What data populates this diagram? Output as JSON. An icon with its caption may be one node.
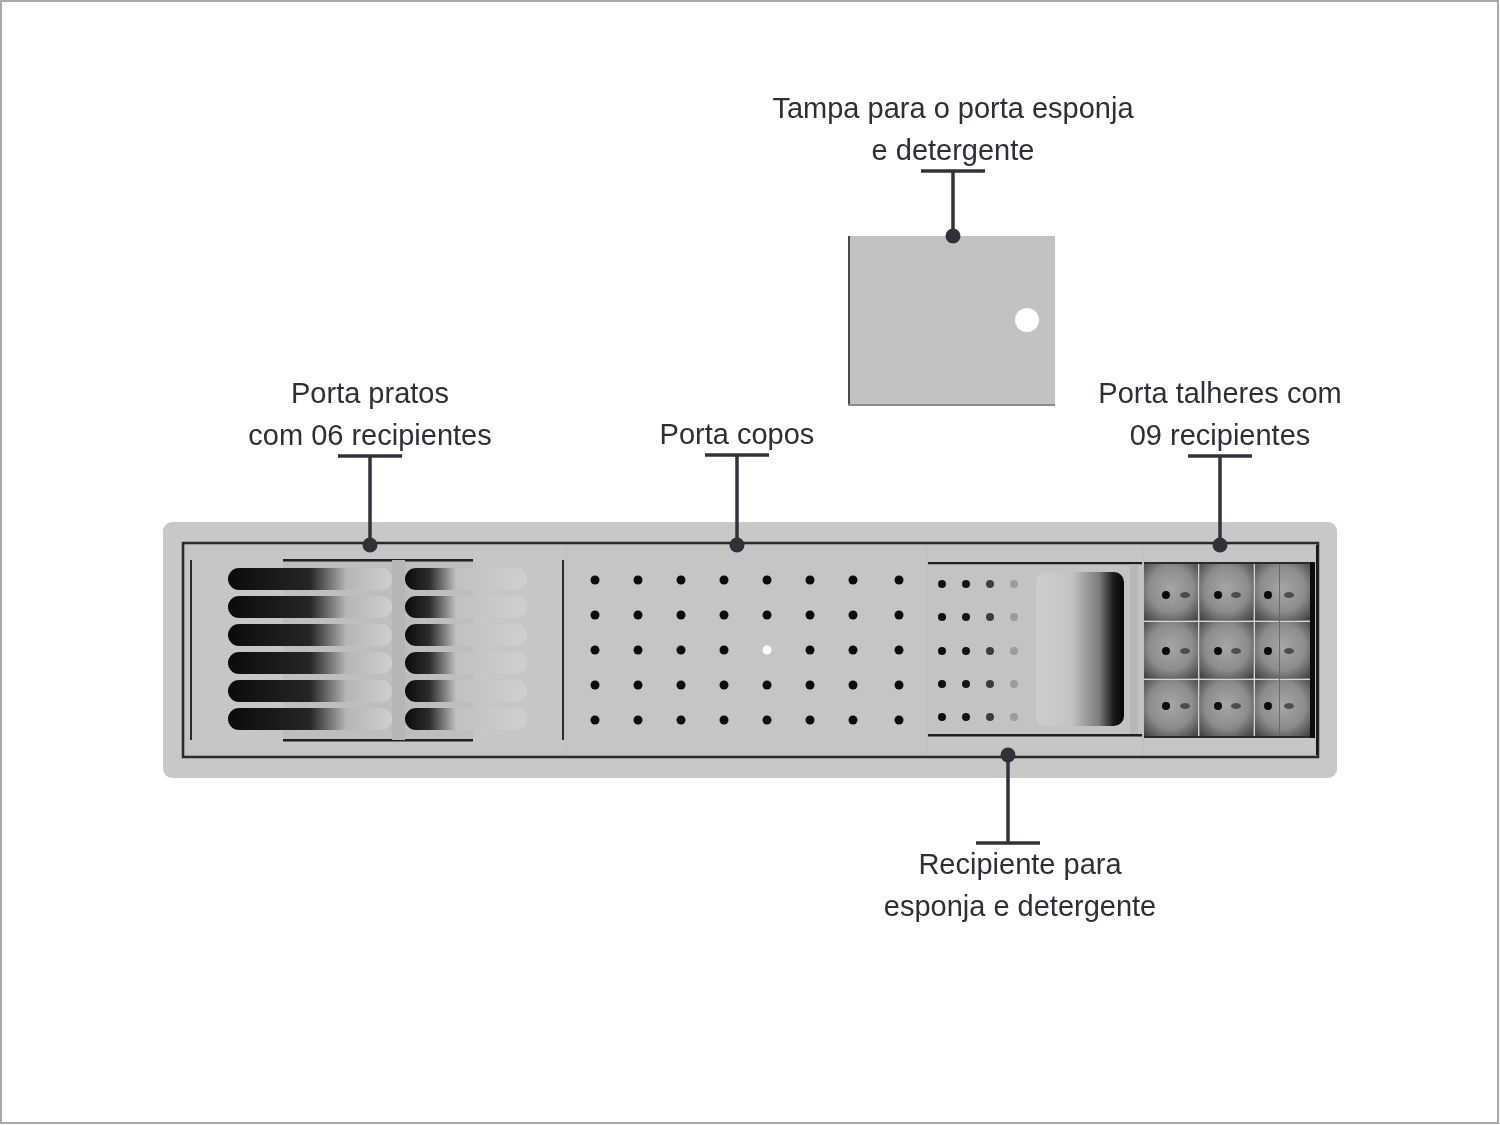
{
  "diagram": {
    "nodes": [
      {
        "text": [
          "Tampa para o porta esponja e detergente"
        ]
      },
      {
        "text": [],
        "shape": "box"
      },
      {
        "text": [
          "Porta pratos com 06 recipientes"
        ]
      },
      {
        "text": [
          "Porta copos"
        ]
      },
      {
        "text": [
          "Porta talheres com 09 recipientes"
        ]
      },
      {
        "text": [],
        "shape": "box"
      },
      {
        "text": [],
        "shape": "box",
        "in": 5
      },
      {
        "text": [],
        "shape": "box",
        "in": 5
      },
      {
        "text": [],
        "shape": "box",
        "in": 5
      },
      {
        "text": [],
        "shape": "box",
        "in": 5
      },
      {
        "text": [
          "Recipiente para esponja e detergente"
        ]
      }
    ],
    "edges": [
      {
        "from": 0,
        "to": 1,
        "arrow": "other"
      },
      {
        "from": 2,
        "to": 6,
        "arrow": "other"
      },
      {
        "from": 3,
        "to": 7,
        "arrow": "other"
      },
      {
        "from": 4,
        "to": 9,
        "arrow": "other"
      },
      {
        "from": 10,
        "to": 8,
        "arrow": "other"
      }
    ]
  }
}
